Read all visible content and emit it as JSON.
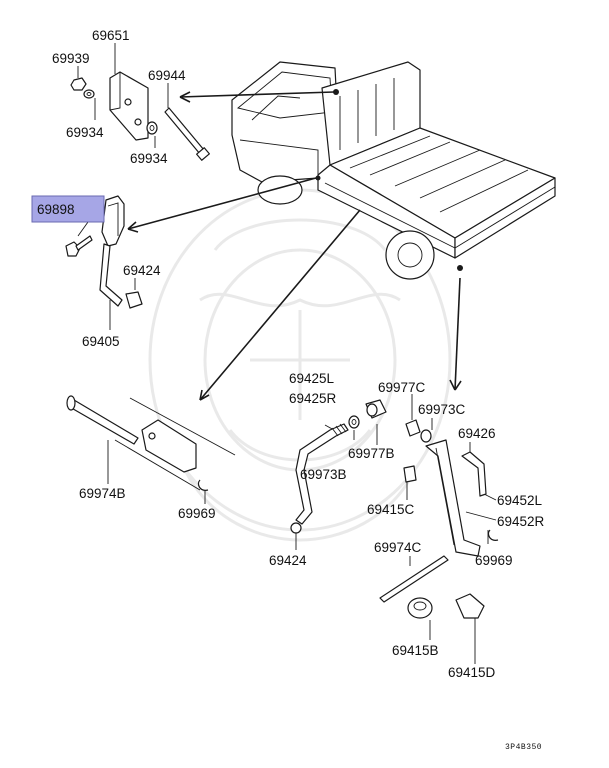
{
  "diagram": {
    "code": "3P4B350",
    "highlight_color": "#a6a6e6",
    "labels": [
      {
        "key": "l69651",
        "text": "69651"
      },
      {
        "key": "l69939",
        "text": "69939"
      },
      {
        "key": "l69944",
        "text": "69944"
      },
      {
        "key": "l69934a",
        "text": "69934"
      },
      {
        "key": "l69934b",
        "text": "69934"
      },
      {
        "key": "l69898",
        "text": "69898"
      },
      {
        "key": "l69424a",
        "text": "69424"
      },
      {
        "key": "l69405",
        "text": "69405"
      },
      {
        "key": "l69425L",
        "text": "69425L"
      },
      {
        "key": "l69425R",
        "text": "69425R"
      },
      {
        "key": "l69977C",
        "text": "69977C"
      },
      {
        "key": "l69973C",
        "text": "69973C"
      },
      {
        "key": "l69977B",
        "text": "69977B"
      },
      {
        "key": "l69426",
        "text": "69426"
      },
      {
        "key": "l69973B",
        "text": "69973B"
      },
      {
        "key": "l69974B",
        "text": "69974B"
      },
      {
        "key": "l69415C",
        "text": "69415C"
      },
      {
        "key": "l69452L",
        "text": "69452L"
      },
      {
        "key": "l69452R",
        "text": "69452R"
      },
      {
        "key": "l69969a",
        "text": "69969"
      },
      {
        "key": "l69974C",
        "text": "69974C"
      },
      {
        "key": "l69969b",
        "text": "69969"
      },
      {
        "key": "l69424b",
        "text": "69424"
      },
      {
        "key": "l69415B",
        "text": "69415B"
      },
      {
        "key": "l69415D",
        "text": "69415D"
      }
    ]
  }
}
